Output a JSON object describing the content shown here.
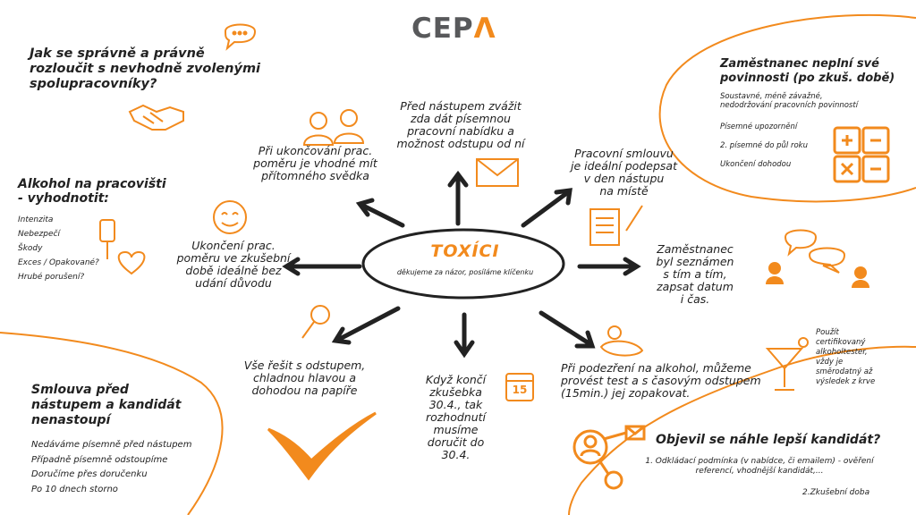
{
  "logo": {
    "text": "CEP",
    "accent": "Λ"
  },
  "center": {
    "title": "TOXÍCI",
    "subtitle": "děkujeme za názor, posíláme klíčenku"
  },
  "top_left_question": [
    "Jak se správně a právně",
    "rozloučit s nevhodně zvolenými",
    "spolupracovníky?"
  ],
  "alcohol": {
    "title": [
      "Alkohol na pracovišti",
      "- vyhodnotit:"
    ],
    "items": [
      "Intenzita",
      "Nebezpečí",
      "Škody",
      "Exces / Opakované?",
      "Hrubé porušení?"
    ]
  },
  "contract_not_started": {
    "title": [
      "Smlouva před",
      "nástupem a kandidát",
      "nenastoupí"
    ],
    "items": [
      "Nedáváme písemně před nástupem",
      "Případně písemně odstoupíme",
      "Doručíme přes doručenku",
      "Po 10 dnech storno"
    ]
  },
  "employee_duties": {
    "title": [
      "Zaměstnanec neplní své",
      "povinnosti (po zkuš. době)"
    ],
    "items": [
      "Soustavné, méně závažné,",
      "nedodržování pracovních povinností",
      "Písemné upozornění",
      "2. písemné do půl roku",
      "Ukončení dohodou"
    ]
  },
  "better_candidate": {
    "title": "Objevil se náhle lepší kandidát?",
    "items": [
      "1. Odkládací podmínka (v nabídce, či emailem) - ověření",
      "referencí, vhodnější kandidát,...",
      "2.Zkušební doba"
    ]
  },
  "nodes": {
    "before_start": [
      "Před nástupem zvážit",
      "zda dát písemnou",
      "pracovní nabídku a",
      "možnost odstupu od ní"
    ],
    "witness": [
      "Při ukončování prac.",
      "poměru je vhodné mít",
      "přítomného svědka"
    ],
    "contract": [
      "Pracovní smlouvu",
      "je ideální podepsat",
      "v den nástupu",
      "na místě"
    ],
    "trial_end": [
      "Ukončení prac.",
      "poměru ve zkušební",
      "době ideálně bez",
      "udání důvodu"
    ],
    "informed": [
      "Zaměstnanec",
      "byl seznámen",
      "s tím a tím,",
      "zapsat datum",
      "i čas."
    ],
    "calm": [
      "Vše řešit s odstupem,",
      "chladnou hlavou a",
      "dohodou na papíře"
    ],
    "trial_ends": [
      "Když končí",
      "zkušebka",
      "30.4., tak",
      "rozhodnutí",
      "musíme",
      "doručit do",
      "30.4."
    ],
    "suspicion": [
      "Při podezření na alkohol, můžeme",
      "provést test a s časovým odstupem",
      "(15min.) jej zopakovat."
    ],
    "tester": [
      "Použít",
      "certifikovaný",
      "alkoholtester,",
      "vždy je",
      "směrodatný až",
      "výsledek z krve"
    ]
  },
  "calendar_day": "15",
  "colors": {
    "accent": "#f28a1d",
    "ink": "#222222",
    "logo_gray": "#58595b"
  }
}
